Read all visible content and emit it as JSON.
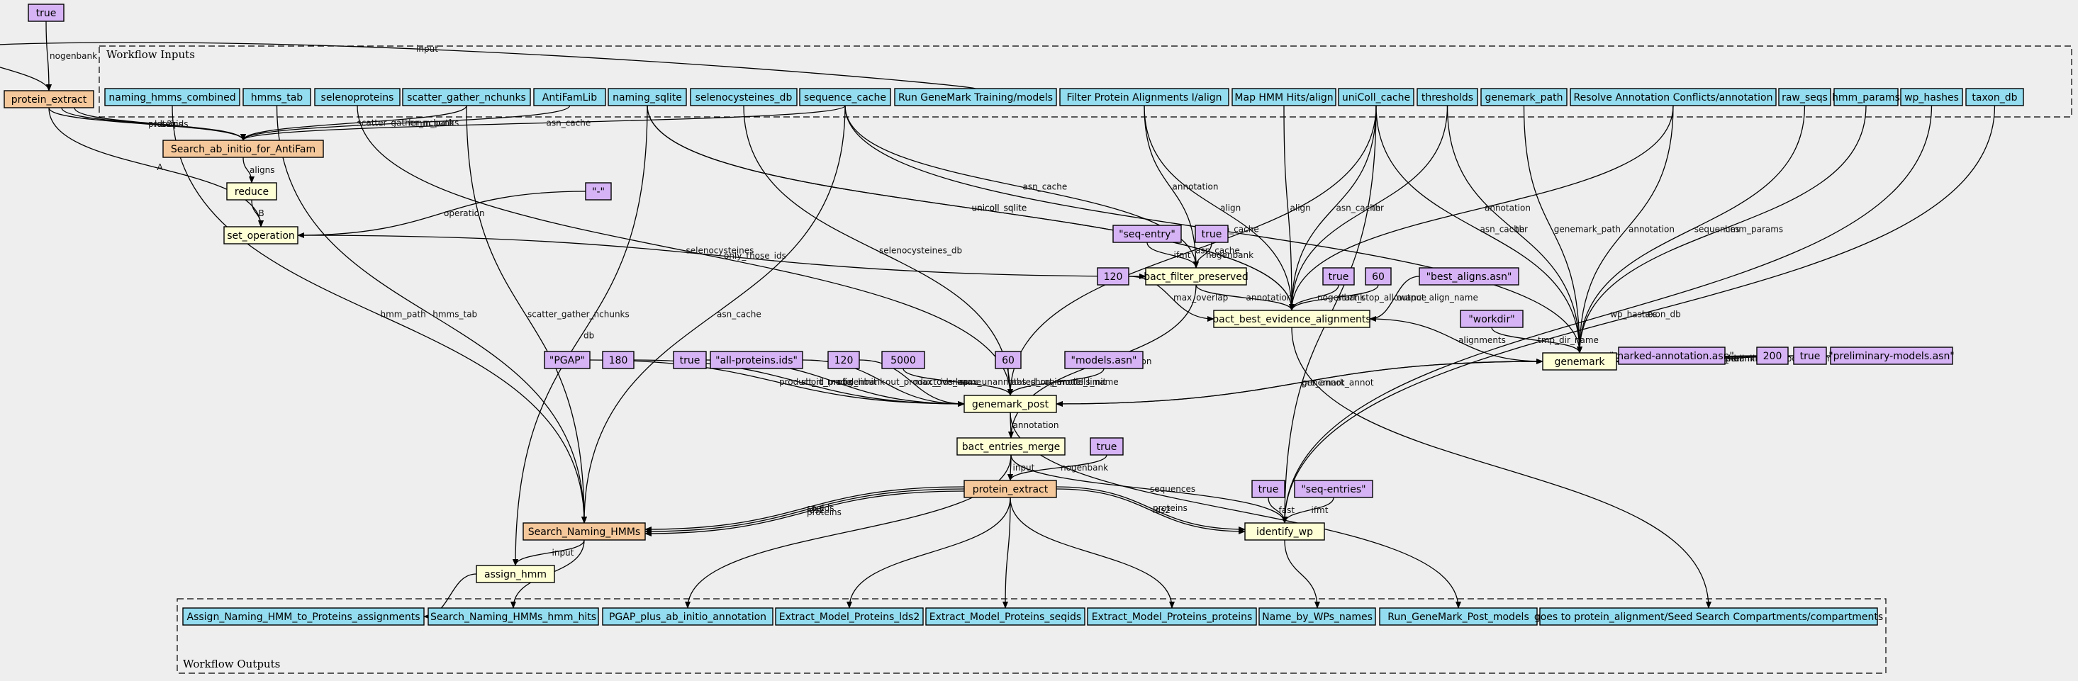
{
  "colors": {
    "input": "#94ddf0",
    "task": "#ffffd6",
    "subworkflow": "#f5c89b",
    "constant": "#d5b3f4",
    "background": "#eeeeee"
  },
  "clusters": {
    "inputs": "Workflow Inputs",
    "outputs": "Workflow Outputs"
  },
  "nodes": {
    "c_true_top": "true",
    "protein_extract_top": "protein_extract",
    "in_naming_hmms_combined": "naming_hmms_combined",
    "in_hmms_tab": "hmms_tab",
    "in_selenoproteins": "selenoproteins",
    "in_scatter_gather_nchunks": "scatter_gather_nchunks",
    "in_AntiFamLib": "AntiFamLib",
    "in_naming_sqlite": "naming_sqlite",
    "in_selenocysteines_db": "selenocysteines_db",
    "in_sequence_cache": "sequence_cache",
    "in_run_genemark": "Run GeneMark Training/models",
    "in_filter_protein": "Filter Protein Alignments I/align",
    "in_map_hmm": "Map HMM Hits/align",
    "in_uniColl_cache": "uniColl_cache",
    "in_thresholds": "thresholds",
    "in_genemark_path": "genemark_path",
    "in_resolve": "Resolve Annotation Conflicts/annotation",
    "in_raw_seqs": "raw_seqs",
    "in_hmm_params": "hmm_params",
    "in_wp_hashes": "wp_hashes",
    "in_taxon_db": "taxon_db",
    "sub_antifam": "Search_ab_initio_for_AntiFam",
    "t_reduce": "reduce",
    "c_dash": "\"-\"",
    "t_set_operation": "set_operation",
    "c_seq_entry": "\"seq-entry\"",
    "c_true_bfp": "true",
    "t_bact_filter_preserved": "bact_filter_preserved",
    "c_120_a": "120",
    "c_true_bbea": "true",
    "c_60_a": "60",
    "c_best_aligns": "\"best_aligns.asn\"",
    "t_bact_best_evidence": "bact_best_evidence_alignments",
    "c_workdir": "\"workdir\"",
    "c_marked": "\"marked-annotation.asn\"",
    "c_200": "200",
    "c_true_gm": "true",
    "c_prelim": "\"preliminary-models.asn\"",
    "t_genemark": "genemark",
    "c_pgap": "\"PGAP\"",
    "c_180": "180",
    "c_true_gp": "true",
    "c_all_proteins": "\"all-proteins.ids\"",
    "c_120_b": "120",
    "c_5000": "5000",
    "c_60_b": "60",
    "c_models": "\"models.asn\"",
    "t_genemark_post": "genemark_post",
    "t_bact_entries_merge": "bact_entries_merge",
    "c_true_pe": "true",
    "sub_protein_extract": "protein_extract",
    "c_true_iw": "true",
    "c_seq_entries": "\"seq-entries\"",
    "t_identify_wp": "identify_wp",
    "sub_search_naming": "Search_Naming_HMMs",
    "t_assign_hmm": "assign_hmm",
    "out_assign": "Assign_Naming_HMM_to_Proteins_assignments",
    "out_hmm_hits": "Search_Naming_HMMs_hmm_hits",
    "out_pgap": "PGAP_plus_ab_initio_annotation",
    "out_lds2": "Extract_Model_Proteins_lds2",
    "out_seqids": "Extract_Model_Proteins_seqids",
    "out_proteins": "Extract_Model_Proteins_proteins",
    "out_wps": "Name_by_WPs_names",
    "out_gm_models": "Run_GeneMark_Post_models",
    "out_compartments": "goes to protein_alignment/Seed Search Compartments/compartments"
  },
  "edge_labels": {
    "e1": "nogenbank",
    "e2": "input",
    "e3": "proteins",
    "e4": "lds2",
    "e5": "seqids",
    "e6": "scatter_gather_nchunks",
    "e7": "hmm_path",
    "e8": "asn_cache",
    "e9": "aligns",
    "e10": "A",
    "e11": "B",
    "e12": "operation",
    "e13": "only_those_ids",
    "e14": "selenocysteines",
    "e15": "hmm_path",
    "e16": "hmms_tab",
    "e17": "scatter_gather_nchunks",
    "e18": "unicoll_sqlite",
    "e19": "asn_cache",
    "e20": "db",
    "e21": "selenocysteines_db",
    "e22": "asn_cache",
    "e23": "asn_cache",
    "e24": "annotation",
    "e25": "ifmt",
    "e26": "nogenbank",
    "e27": "annotation",
    "e28": "max_overlap",
    "e29": "align",
    "e30": "align",
    "e31": "unicoll_sqlite",
    "e32": "annotation",
    "e33": "thr",
    "e34": "asn_cache",
    "e35": "nogenbank",
    "e36": "start_stop_allowance",
    "e37": "output_align_name",
    "e38": "genemark_path",
    "e39": "thr",
    "e40": "asn_cache",
    "e41": "sequences",
    "e42": "asn_cache",
    "e43": "hmm_params",
    "e44": "annotation",
    "e45": "alignments",
    "e46": "tmp_dir_name",
    "e47": "marked_annotation_name",
    "e48": "min_seq_len",
    "e49": "nogenbank",
    "e50": "preliminary_models_name",
    "e51": "wp_hashes",
    "e52": "taxon_db",
    "e53": "annotation",
    "e54": "product_id_prefix",
    "e55": "short_model_limit",
    "e56": "nogenbank",
    "e57": "out_product_ids_name",
    "e58": "max_overlap",
    "e59": "max_unannotated_region",
    "e60": "abs_short_model_limit",
    "e61": "models_name",
    "e62": "genemark_annot",
    "e63": "pre_annot",
    "e64": "annotation",
    "e65": "input",
    "e66": "nogenbank",
    "e67": "sequences",
    "e68": "lds2",
    "e69": "proteins",
    "e70": "seqids",
    "e71": "lds2",
    "e72": "proteins",
    "e73": "fast",
    "e74": "ifmt",
    "e75": "input"
  }
}
